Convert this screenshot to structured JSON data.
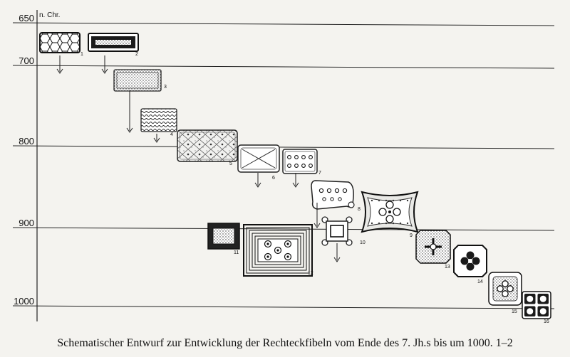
{
  "axis": {
    "era_label": "n. Chr.",
    "years": [
      "650",
      "700",
      "800",
      "900",
      "1000"
    ]
  },
  "brooches": [
    {
      "id": "1",
      "pattern": "hexagons"
    },
    {
      "id": "2",
      "pattern": "dark-band"
    },
    {
      "id": "3",
      "pattern": "stipple"
    },
    {
      "id": "4",
      "pattern": "stripes"
    },
    {
      "id": "5",
      "pattern": "diamond-dots"
    },
    {
      "id": "6",
      "pattern": "cross"
    },
    {
      "id": "7",
      "pattern": "dot-rows"
    },
    {
      "id": "8",
      "pattern": "lobed"
    },
    {
      "id": "9",
      "pattern": "concave-ornate"
    },
    {
      "id": "10",
      "pattern": "knobbed-square"
    },
    {
      "id": "11",
      "pattern": "dark-frame"
    },
    {
      "id": "12",
      "pattern": "concentric"
    },
    {
      "id": "13",
      "pattern": "notched-cross"
    },
    {
      "id": "14",
      "pattern": "notched-quatrefoil"
    },
    {
      "id": "15",
      "pattern": "quatrefoil"
    },
    {
      "id": "16",
      "pattern": "four-panel"
    }
  ],
  "caption": "Schematischer Entwurf zur Entwicklung der Rechteckfibeln vom Ende des 7. Jh.s bis um 1000. 1–2"
}
